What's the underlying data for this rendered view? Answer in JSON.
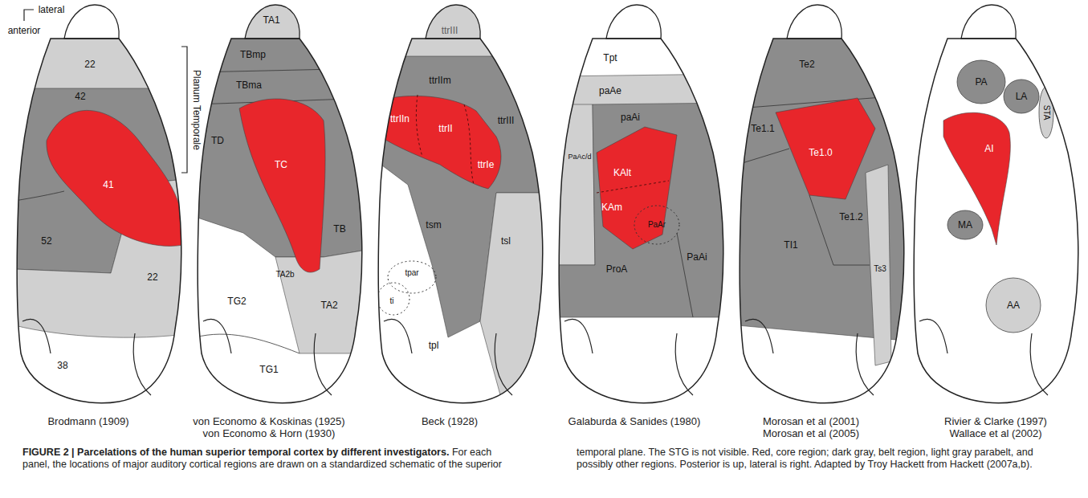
{
  "diagram": {
    "title": "FIGURE 2 | Parcelations of the human superior temporal cortex by different investigators.",
    "caption": "For each panel, the locations of major auditory cortical regions are drawn on a standardized schematic of the superior temporal plane. The STG is not visible. Red, core region; dark gray, belt region, light gray parabelt, and possibly other regions. Posterior is up, lateral is right. Adapted by Troy Hackett from Hackett (2007a,b).",
    "labels": [
      "lateral",
      "anterior",
      "Planum Temporale",
      "22",
      "42",
      "41",
      "52",
      "22",
      "38",
      "Brodmann (1909)",
      "TA1",
      "TBmp",
      "TBma",
      "TD",
      "TC",
      "TB",
      "TA2b",
      "TG2",
      "TA2",
      "TG1",
      "von Economo & Koskinas (1925)",
      "von Economo & Horn (1930)",
      "ttrIII",
      "ttrIIm",
      "ttrIIn",
      "ttrII",
      "ttrIII",
      "ttrIe",
      "tsm",
      "tsl",
      "tpar",
      "ti",
      "tpl",
      "Beck (1928)",
      "Tpt",
      "paAe",
      "PaAc/d",
      "paAi",
      "KAlt",
      "KAm",
      "PaAr",
      "ProA",
      "PaAi",
      "Galaburda & Sanides (1980)",
      "Te2",
      "Te1.1",
      "Te1.0",
      "Te1.2",
      "TI1",
      "Ts3",
      "Morosan et al (2001)",
      "Morosan et al (2005)",
      "PA",
      "LA",
      "STA",
      "AI",
      "MA",
      "AA",
      "Rivier & Clarke (1997)",
      "Wallace et al (2002)"
    ]
  }
}
